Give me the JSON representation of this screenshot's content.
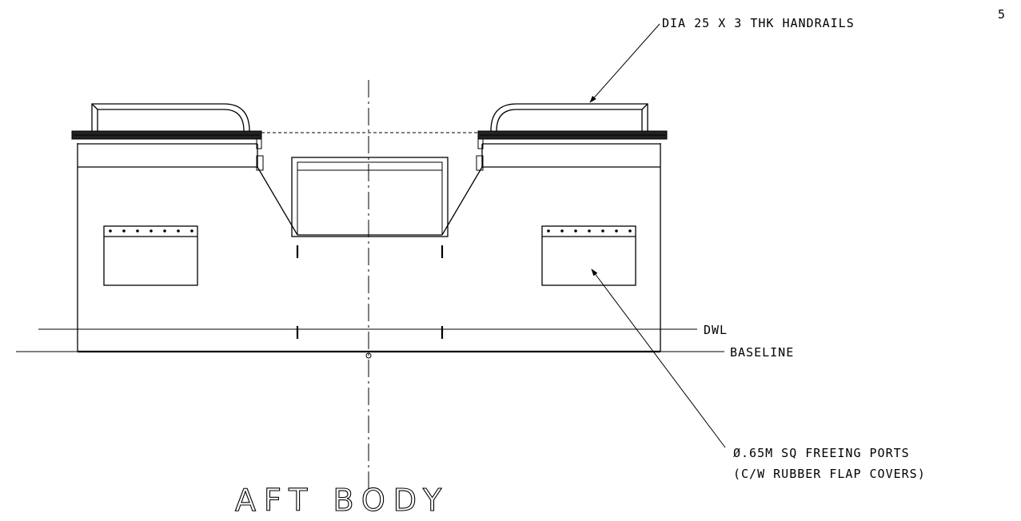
{
  "sheet_number": "5",
  "title": "AFT BODY",
  "callouts": {
    "handrails": "DIA 25 X 3 THK HANDRAILS",
    "dwl": "DWL",
    "baseline": "BASELINE",
    "freeing_ports_line1": "Ø.65M SQ FREEING PORTS",
    "freeing_ports_line2": "(C/W RUBBER FLAP COVERS)"
  }
}
